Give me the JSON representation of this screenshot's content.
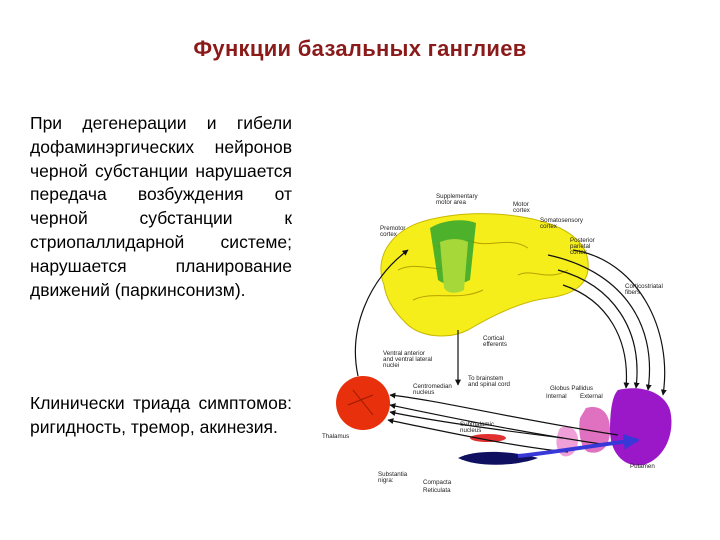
{
  "title": "Функции базальных ганглиев",
  "paragraph1": "При дегенерации и гибели дофаминэргических нейронов черной субстанции нарушается передача возбуждения от черной субстанции к стриопаллидарной системе; нарушается планирование движений (паркинсонизм).",
  "paragraph2": "Клинически триада симптомов: ригидность, тремор, акинезия.",
  "diagram_labels": {
    "supplementary": [
      "Supplementary",
      "motor area"
    ],
    "motor": [
      "Motor",
      "cortex"
    ],
    "somatosensory": [
      "Somatosensory",
      "cortex"
    ],
    "premotor": [
      "Premotor",
      "cortex"
    ],
    "posterior_parietal": [
      "Posterior",
      "parietal",
      "cortex"
    ],
    "corticostriate": [
      "Corticostriatal",
      "fibers"
    ],
    "ventral_nuclei": [
      "Ventral anterior",
      "and ventral lateral",
      "nuclei"
    ],
    "cortical_efferents": [
      "Cortical",
      "efferents"
    ],
    "brainstem": [
      "To brainstem",
      "and spinal cord"
    ],
    "centromedian": [
      "Centromedian",
      "nucleus"
    ],
    "globus_pallidus": "Globus Pallidus",
    "internal": "Internal",
    "external": "External",
    "thalamus": "Thalamus",
    "subthalamic": [
      "Subthalamic",
      "nucleus"
    ],
    "putamen": "Putamen",
    "substantia": [
      "Substantia",
      "nigra:"
    ],
    "compacta": "Compacta",
    "reticulata": "Reticulata"
  },
  "colors": {
    "title": "#8b1a1a",
    "cortex": "#f5ee1a",
    "motor_area": "#2fa62f",
    "premotor_area": "#a7d83a",
    "thalamus": "#e8300c",
    "putamen": "#9b18c8",
    "globus_pallidus": "#e070c0",
    "substantia_nigra": "#101060",
    "arrow": "#3838d8"
  }
}
